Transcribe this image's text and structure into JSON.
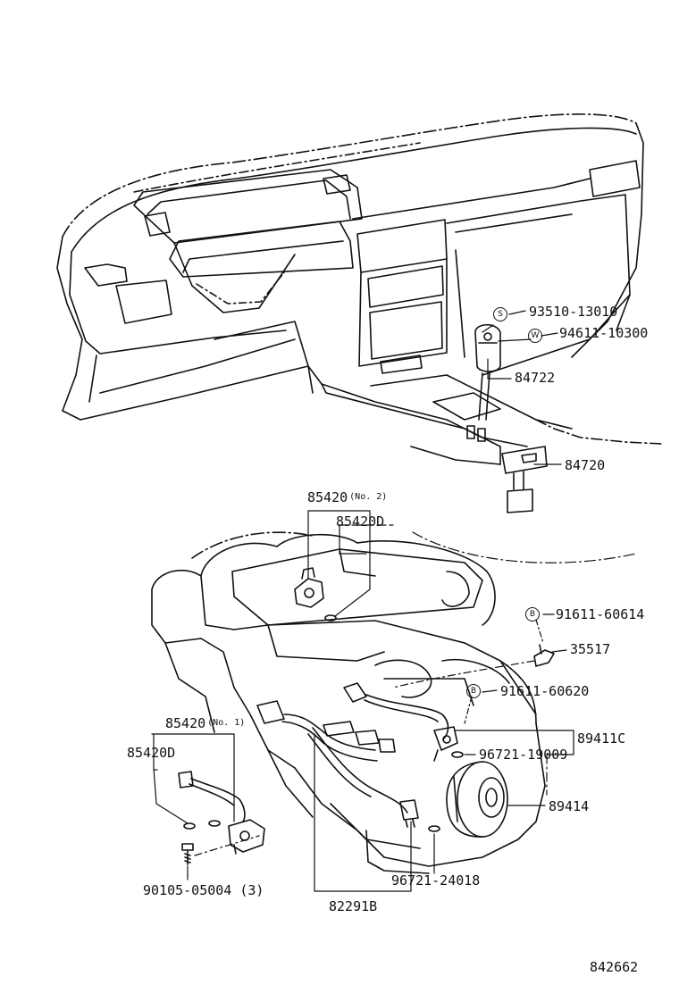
{
  "diagram": {
    "figure_code": "842662",
    "symbols": {
      "s": "S",
      "w": "W",
      "b1": "B",
      "b2": "B"
    },
    "labels": {
      "p93510": "93510-13010",
      "p94611": "94611-10300",
      "p84722": "84722",
      "p84720": "84720",
      "p85420_no2": "85420",
      "no2": "(No. 2)",
      "p85420D_top": "85420D",
      "p91611_60614": "91611-60614",
      "p35517": "35517",
      "p91611_60620": "91611-60620",
      "p85420_no1": "85420",
      "no1": "(No. 1)",
      "p85420D_bottom": "85420D",
      "p89411C": "89411C",
      "p96721_19009": "96721-19009",
      "p89414": "89414",
      "p90105": "90105-05004 (3)",
      "p96721_24018": "96721-24018",
      "p82291B": "82291B"
    }
  }
}
